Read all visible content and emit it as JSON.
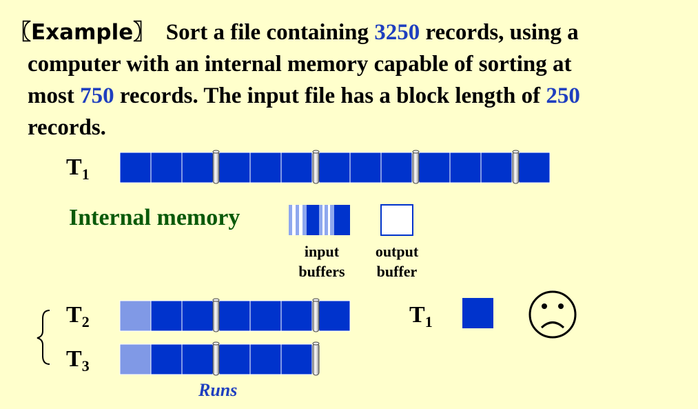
{
  "example": {
    "label": "〖Example〗",
    "line1_pre": "Sort a file containing ",
    "line1_num": "3250",
    "line1_post": " records, using a",
    "line2": "computer with an internal memory capable of sorting at",
    "line3_pre": "most ",
    "line3_num": "750",
    "line3_mid": " records. The input file has a block length of ",
    "line3_num2": "250",
    "line4": "records."
  },
  "labels": {
    "t1": "T",
    "t1_sub": "1",
    "t2": "T",
    "t2_sub": "2",
    "t3": "T",
    "t3_sub": "3",
    "out_t1": "T",
    "out_t1_sub": "1",
    "internal_memory": "Internal memory",
    "input_buffers_1": "input",
    "input_buffers_2": "buffers",
    "output_buffer_1": "output",
    "output_buffer_2": "buffer",
    "runs": "Runs",
    "sad_face": "☹"
  },
  "colors": {
    "background": "#FFFFCC",
    "block": "#0033CC",
    "block_light": "#8099E6",
    "accent_text": "#1f3fbf",
    "heading_green": "#0a5a0a"
  },
  "tapes": {
    "t1": {
      "blocks": 13,
      "separators_after": [
        3,
        6,
        9,
        12
      ]
    },
    "t2": {
      "blocks": 7,
      "first_light": true,
      "separators_after": [
        3,
        6
      ]
    },
    "t3": {
      "blocks": 6,
      "first_light": true,
      "separators_after": [
        3,
        6
      ]
    }
  }
}
